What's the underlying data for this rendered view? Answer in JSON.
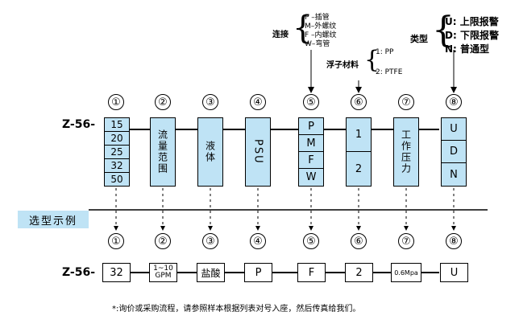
{
  "top_right": {
    "connection_label": "连接",
    "connection_options": [
      "P –插管",
      "M–外螺纹",
      "F –内螺纹",
      "W–弯管"
    ],
    "float_label": "浮子材料",
    "float_options": [
      "1: PP",
      "2: PTFE"
    ],
    "type_label": "类型",
    "type_options": [
      "U: 上限报警",
      "D: 下限报警",
      "N: 普通型"
    ]
  },
  "position_numbers": [
    "①",
    "②",
    "③",
    "④",
    "⑤",
    "⑥",
    "⑦",
    "⑧"
  ],
  "model_prefix": "Z-56-",
  "flow_options": [
    "15",
    "20",
    "25",
    "32",
    "50"
  ],
  "flow_range_label": "流量范围",
  "liquid_label": "液体",
  "material_label": "PSU",
  "connection_codes": [
    "P",
    "M",
    "F",
    "W"
  ],
  "float_codes": [
    "1",
    "2"
  ],
  "pressure_label": "工作压力",
  "type_codes": [
    "U",
    "D",
    "N"
  ],
  "example_title": "选型示例",
  "example": {
    "prefix": "Z-56-",
    "values": [
      "32",
      "1~10 GPM",
      "盐酸",
      "P",
      "F",
      "2",
      "0.6Mpa",
      "U"
    ]
  },
  "footer_note": "*:询价或采购流程，请参照样本根据列表对号入座，然后传真给我们。"
}
